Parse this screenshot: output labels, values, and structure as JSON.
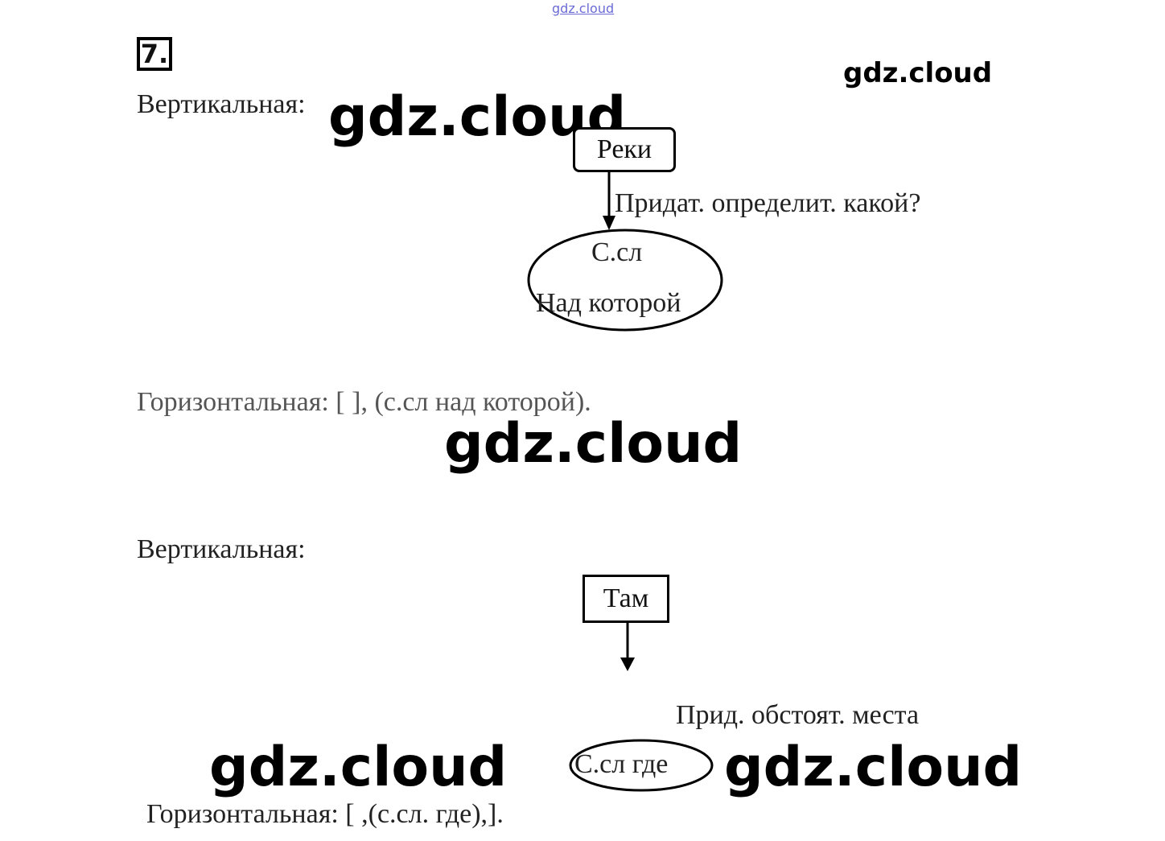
{
  "watermark_top": "gdz.cloud",
  "task_number": "7.",
  "watermarks": {
    "top_right": "gdz.cloud",
    "w1": "gdz.cloud",
    "w2": "gdz.cloud",
    "w3": "gdz.cloud",
    "w4": "gdz.cloud"
  },
  "diagram1": {
    "label": "Вертикальная:",
    "main_box": "Реки",
    "question": "Придат. определит. какой?",
    "oval_line1": "С.сл",
    "oval_line2": "Над которой",
    "horizontal": "Горизонтальная: [    ], (с.сл над которой)."
  },
  "diagram2": {
    "label": "Вертикальная:",
    "main_box": "Там",
    "question": "Прид. обстоят. места",
    "oval": "С.сл где",
    "horizontal": "Горизонтальная: [  ,(с.сл. где),]."
  }
}
